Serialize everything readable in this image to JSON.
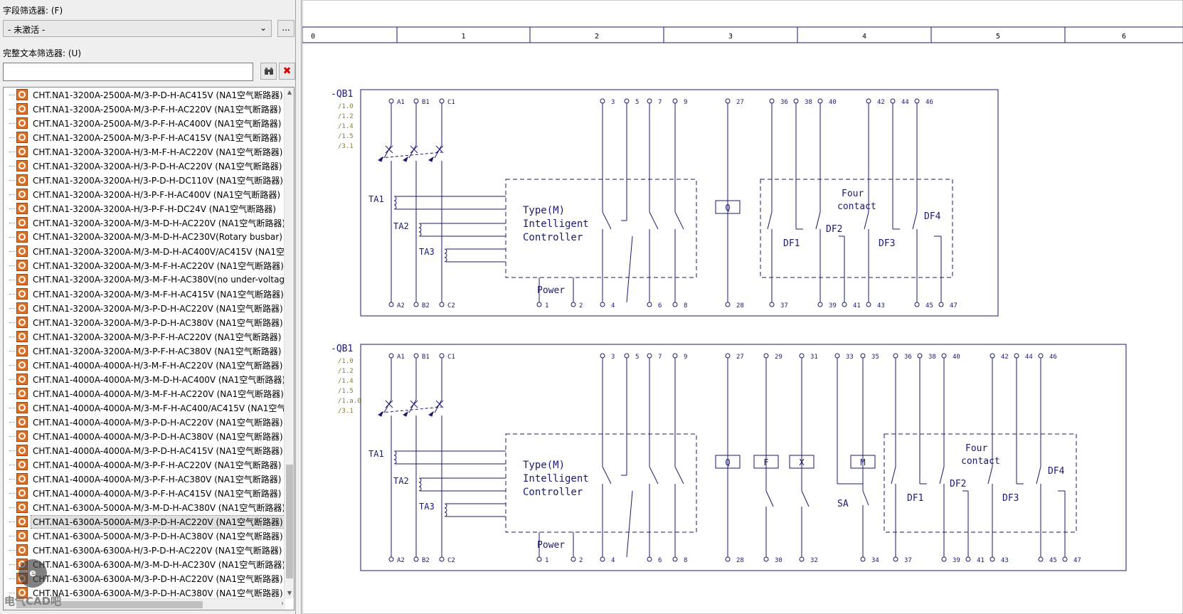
{
  "left_panel": {
    "field_filter_label": "字段筛选器: (F)",
    "field_filter_value": "- 未激活 -",
    "field_filter_more": "...",
    "text_filter_label": "完整文本筛选器: (U)",
    "text_filter_value": ""
  },
  "tree_items": [
    "CHT.NA1-3200A-2500A-M/3-P-D-H-AC415V (NA1空气断路器)",
    "CHT.NA1-3200A-2500A-M/3-P-F-H-AC220V (NA1空气断路器)",
    "CHT.NA1-3200A-2500A-M/3-P-F-H-AC400V (NA1空气断路器)",
    "CHT.NA1-3200A-2500A-M/3-P-F-H-AC415V (NA1空气断路器)",
    "CHT.NA1-3200A-3200A-H/3-M-F-H-AC220V (NA1空气断路器)",
    "CHT.NA1-3200A-3200A-H/3-P-D-H-AC220V (NA1空气断路器)",
    "CHT.NA1-3200A-3200A-H/3-P-D-H-DC110V (NA1空气断路器)",
    "CHT.NA1-3200A-3200A-H/3-P-F-H-AC400V (NA1空气断路器)",
    "CHT.NA1-3200A-3200A-H/3-P-F-H-DC24V (NA1空气断路器)",
    "CHT.NA1-3200A-3200A-M/3-M-D-H-AC220V (NA1空气断路器)",
    "CHT.NA1-3200A-3200A-M/3-M-D-H-AC230V(Rotary busbar)",
    "CHT.NA1-3200A-3200A-M/3-M-D-H-AC400V/AC415V (NA1空",
    "CHT.NA1-3200A-3200A-M/3-M-F-H-AC220V (NA1空气断路器)",
    "CHT.NA1-3200A-3200A-M/3-M-F-H-AC380V(no under-voltag",
    "CHT.NA1-3200A-3200A-M/3-M-F-H-AC415V (NA1空气断路器)",
    "CHT.NA1-3200A-3200A-M/3-P-D-H-AC220V (NA1空气断路器)",
    "CHT.NA1-3200A-3200A-M/3-P-D-H-AC380V (NA1空气断路器)",
    "CHT.NA1-3200A-3200A-M/3-P-F-H-AC220V (NA1空气断路器)",
    "CHT.NA1-3200A-3200A-M/3-P-F-H-AC380V (NA1空气断路器)",
    "CHT.NA1-4000A-4000A-H/3-M-F-H-AC220V (NA1空气断路器)",
    "CHT.NA1-4000A-4000A-M/3-M-D-H-AC400V (NA1空气断路器)",
    "CHT.NA1-4000A-4000A-M/3-M-F-H-AC220V (NA1空气断路器)",
    "CHT.NA1-4000A-4000A-M/3-M-F-H-AC400/AC415V (NA1空气",
    "CHT.NA1-4000A-4000A-M/3-P-D-H-AC220V (NA1空气断路器)",
    "CHT.NA1-4000A-4000A-M/3-P-D-H-AC380V (NA1空气断路器)",
    "CHT.NA1-4000A-4000A-M/3-P-D-H-AC415V (NA1空气断路器)",
    "CHT.NA1-4000A-4000A-M/3-P-F-H-AC220V (NA1空气断路器)",
    "CHT.NA1-4000A-4000A-M/3-P-F-H-AC380V (NA1空气断路器)",
    "CHT.NA1-4000A-4000A-M/3-P-F-H-AC415V (NA1空气断路器)",
    "CHT.NA1-6300A-5000A-M/3-M-D-H-AC380V (NA1空气断路器)",
    "CHT.NA1-6300A-5000A-M/3-P-D-H-AC220V (NA1空气断路器)",
    "CHT.NA1-6300A-5000A-M/3-P-D-H-AC380V (NA1空气断路器)",
    "CHT.NA1-6300A-6300A-H/3-P-D-H-AC220V (NA1空气断路器)",
    "CHT.NA1-6300A-6300A-M/3-M-D-H-AC230V (NA1空气断路器)",
    "CHT.NA1-6300A-6300A-M/3-P-D-H-AC220V (NA1空气断路器)",
    "CHT.NA1-6300A-6300A-M/3-P-D-H-AC380V (NA1空气断路器)"
  ],
  "selected_index": 30,
  "watermark": {
    "logo": "e",
    "text": "电气CAD吧"
  },
  "ruler": [
    "0",
    "1",
    "2",
    "3",
    "4",
    "5",
    "6"
  ],
  "diagram": {
    "tag": "-QB1",
    "refs_top": [
      "/1.0",
      "/1.2",
      "/1.4",
      "/1.5",
      "/3.1"
    ],
    "refs_bottom": [
      "/1.0",
      "/1.2",
      "/1.4",
      "/1.5",
      "/1.a.0",
      "/3.1"
    ],
    "main_top": [
      "A1",
      "B1",
      "C1"
    ],
    "main_bottom": [
      "A2",
      "B2",
      "C2"
    ],
    "ct": [
      "TA1",
      "TA2",
      "TA3"
    ],
    "controller": [
      "Type(M)",
      "Intelligent",
      "Controller"
    ],
    "power": "Power",
    "power_pins": [
      "1",
      "2"
    ],
    "aux_top": [
      "3",
      "5",
      "7",
      "9"
    ],
    "aux_bottom": [
      "4",
      "6",
      "8"
    ],
    "q_label": "Q",
    "q_top": "27",
    "q_bottom": "28",
    "four_contact": [
      "Four",
      "contact"
    ],
    "df": [
      "DF1",
      "DF2",
      "DF3",
      "DF4"
    ],
    "df_top": [
      "36",
      "38",
      "40",
      "42",
      "44",
      "46"
    ],
    "df_bottom": [
      "37",
      "39",
      "41",
      "43",
      "45",
      "47"
    ],
    "extra_labels": [
      "F",
      "X",
      "M"
    ],
    "extra_top": [
      "29",
      "31",
      "33",
      "35"
    ],
    "extra_bottom": [
      "30",
      "32",
      "34"
    ],
    "sa": "SA"
  },
  "colors": {
    "line": "#1a1a6e",
    "ref": "#8a7a30",
    "icon": "#e07020"
  }
}
